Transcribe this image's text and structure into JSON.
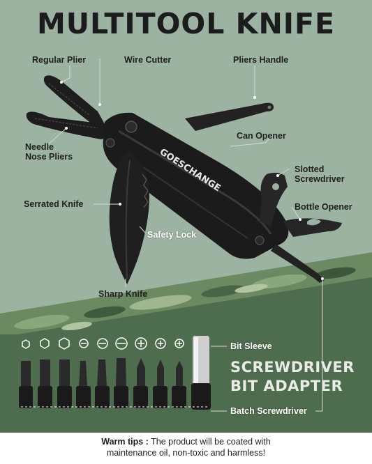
{
  "title": "MULTITOOL KNIFE",
  "brand": "GOESCHANGE",
  "labels": {
    "regular_plier": "Regular Plier",
    "wire_cutter": "Wire Cutter",
    "pliers_handle": "Pliers Handle",
    "can_opener": "Can Opener",
    "needle_nose_line1": "Needle",
    "needle_nose_line2": "Nose Pliers",
    "slotted_line1": "Slotted",
    "slotted_line2": "Screwdriver",
    "serrated_knife": "Serrated Knife",
    "bottle_opener": "Bottle Opener",
    "safety_lock": "Safety Lock",
    "sharp_knife": "Sharp Knife",
    "bit_sleeve": "Bit Sleeve",
    "batch_screwdriver": "Batch Screwdriver"
  },
  "screwdriver_title": {
    "line1": "SCREWDRIVER",
    "line2": "BIT ADAPTER"
  },
  "tips": {
    "label": "Warm tips :",
    "text1": " The product will be coated with",
    "text2": "maintenance oil, non-toxic and harmless!"
  },
  "bit_icons": [
    "hex-small-icon",
    "hex-medium-icon",
    "hex-large-icon",
    "slot-small-icon",
    "slot-medium-icon",
    "slot-large-icon",
    "phillips-small-icon",
    "phillips-medium-icon",
    "phillips-large-icon"
  ],
  "colors": {
    "background_top": "#9db3a2",
    "background_bottom": "#4f6e4f",
    "tool_black": "#1a1a1a",
    "tips_bg": "#ffffff"
  }
}
